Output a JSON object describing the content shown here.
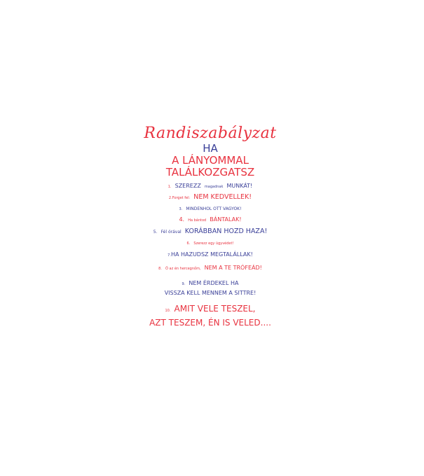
{
  "title": "Randiszabályzat",
  "heading": {
    "line1": "HA",
    "line2": "A LÁNYOMMAL",
    "line3": "TALÁLKOZGATSZ"
  },
  "rules": [
    {
      "num": "1.",
      "a": "SZEREZZ",
      "b": "magadnak",
      "c": "MUNKÁT!"
    },
    {
      "num": "2.",
      "a": "Forget fel:",
      "b": "NEM KEDVELLEK!"
    },
    {
      "num": "3.",
      "a": "MINDENHOL OTT VAGYOK!"
    },
    {
      "num": "4.",
      "a": "Ha bántod",
      "b": "BÁNTALAK!"
    },
    {
      "num": "5.",
      "a": "Fél órával",
      "b": "KORÁBBAN HOZD HAZA!"
    },
    {
      "num": "6.",
      "a": "Szerezz egy ügyvédet!"
    },
    {
      "num": "7.",
      "a": "HA HAZUDSZ MEGTALÁLLAK!"
    },
    {
      "num": "8.",
      "a": "Ő az én hercegnőm,",
      "b": "NEM A TE TRÓFEÁD!"
    },
    {
      "num": "9.",
      "a": "NEM ÉRDEKEL HA",
      "b": "VISSZA KELL MENNEM A SITTRE!"
    },
    {
      "num": "10.",
      "a": "AMIT VELE TESZEL,",
      "b": "AZT TESZEM, ÉN IS VELED...."
    }
  ],
  "colors": {
    "red": "#e8323f",
    "blue": "#3a3f98",
    "background": "#ffffff"
  }
}
